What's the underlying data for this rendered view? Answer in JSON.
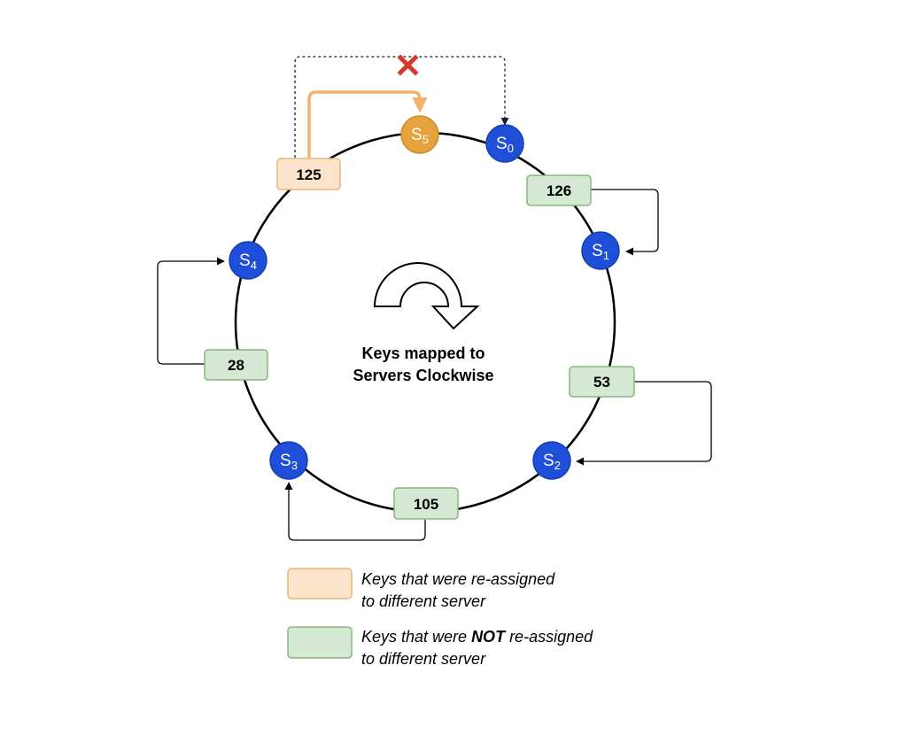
{
  "colors": {
    "server_fill": "#1f4fd8",
    "server_stroke": "#173fb0",
    "new_server_fill": "#e6a23c",
    "new_server_stroke": "#c98a28",
    "reassigned_fill": "#fce4cc",
    "reassigned_stroke": "#e9b779",
    "unchanged_fill": "#d5e8d4",
    "unchanged_stroke": "#86b87d",
    "ring": "#000000",
    "orange_arrow": "#f2b26e",
    "cross": "#d43a2a",
    "dashed_arrow": "#1a1a3a"
  },
  "servers": [
    {
      "id": "S0",
      "letter": "S",
      "sub": "0"
    },
    {
      "id": "S1",
      "letter": "S",
      "sub": "1"
    },
    {
      "id": "S2",
      "letter": "S",
      "sub": "2"
    },
    {
      "id": "S3",
      "letter": "S",
      "sub": "3"
    },
    {
      "id": "S4",
      "letter": "S",
      "sub": "4"
    },
    {
      "id": "S5",
      "letter": "S",
      "sub": "5"
    }
  ],
  "keys": {
    "k125": "125",
    "k126": "126",
    "k53": "53",
    "k105": "105",
    "k28": "28"
  },
  "center": {
    "line1": "Keys mapped to",
    "line2": "Servers Clockwise"
  },
  "legend": {
    "reassigned_line1": "Keys that were re-assigned",
    "reassigned_line2": "to different server",
    "unchanged_line1_pre": "Keys that were ",
    "unchanged_line1_bold": "NOT",
    "unchanged_line1_post": " re-assigned",
    "unchanged_line2": "to different server"
  },
  "icons": {
    "rotation": "clockwise-arrow-icon",
    "cross": "cross-icon"
  }
}
